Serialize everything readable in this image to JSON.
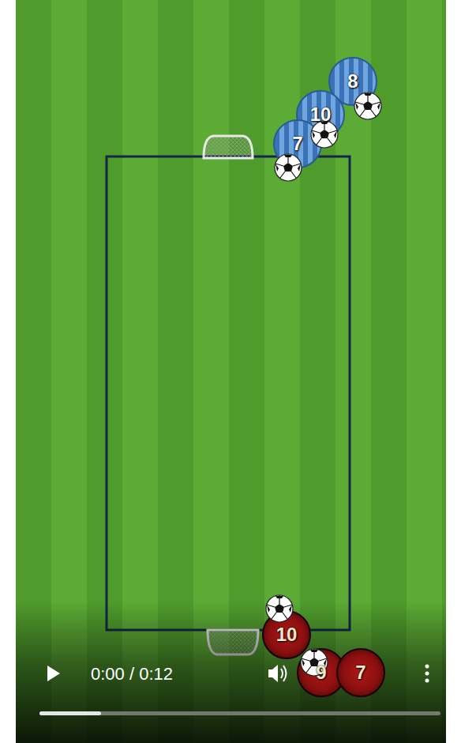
{
  "diagram": {
    "nodes": [
      {
        "text": [
          "8"
        ]
      },
      {
        "text": [
          "10"
        ]
      },
      {
        "text": [
          "7"
        ]
      },
      {
        "text": [
          "10"
        ]
      },
      {
        "text": [
          "9"
        ]
      },
      {
        "text": [
          "7"
        ]
      }
    ],
    "labels": [
      "0:00 / 0:12"
    ]
  }
}
